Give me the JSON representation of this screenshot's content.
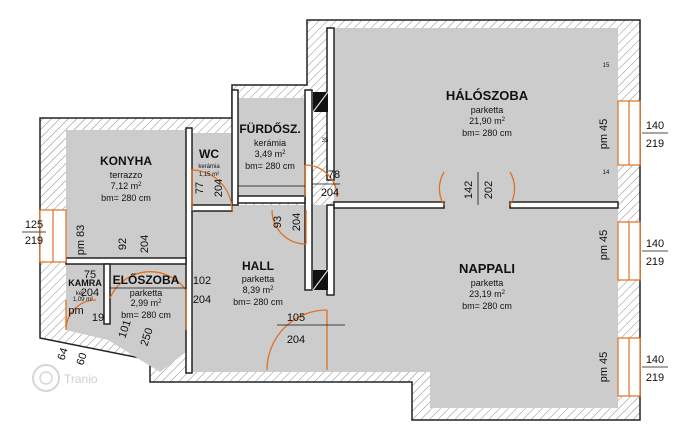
{
  "rooms": {
    "konyha": {
      "name": "KONYHA",
      "floor": "terrazzo",
      "area": "7,12 m",
      "height": "bm= 280 cm"
    },
    "wc": {
      "name": "WC",
      "floor": "kerámia",
      "area": "1,15 m²"
    },
    "furdo": {
      "name": "FÜRDŐSZ.",
      "floor": "kerámia",
      "area": "3,49 m",
      "height": "bm= 280 cm"
    },
    "haloszoba": {
      "name": "HÁLÓSZOBA",
      "floor": "parketta",
      "area": "21,90 m",
      "height": "bm= 280 cm"
    },
    "kamra": {
      "name": "KAMRA",
      "floor": "ker",
      "area": "1,09 m²"
    },
    "eloszoba": {
      "name": "ELŐSZOBA",
      "floor": "parketta",
      "area": "2,99 m",
      "height": "bm= 280 cm"
    },
    "hall": {
      "name": "HALL",
      "floor": "parketta",
      "area": "8,39 m",
      "height": "bm= 280 cm"
    },
    "nappali": {
      "name": "NAPPALI",
      "floor": "parketta",
      "area": "23,19 m",
      "height": "bm= 280 cm"
    }
  },
  "sup2": "2",
  "dims": {
    "w125": "125",
    "w219l": "219",
    "pm83": "pm 83",
    "d92": "92",
    "d204a": "204",
    "d77": "77",
    "d204b": "204",
    "d93": "93",
    "d204c": "204",
    "d78": "78",
    "d204d": "204",
    "d35": "35",
    "d142": "142",
    "d202": "202",
    "d75": "75",
    "d204e": "204",
    "d102": "102",
    "d204f": "204",
    "d105": "105",
    "d204g": "204",
    "pm": "pm",
    "d19": "19",
    "d101": "101",
    "d250": "250",
    "d64": "64",
    "d60": "60",
    "w140a": "140",
    "w219a": "219",
    "pm45a": "pm 45",
    "w140b": "140",
    "w219b": "219",
    "pm45b": "pm 45",
    "w140c": "140",
    "w219c": "219",
    "pm45c": "pm 45",
    "d15": "15",
    "d14": "14"
  },
  "watermark": "Tranio",
  "colors": {
    "door": "#e07020",
    "wall": "#222222",
    "hatch": "#8a8a8a",
    "floor": "#cccccc"
  }
}
